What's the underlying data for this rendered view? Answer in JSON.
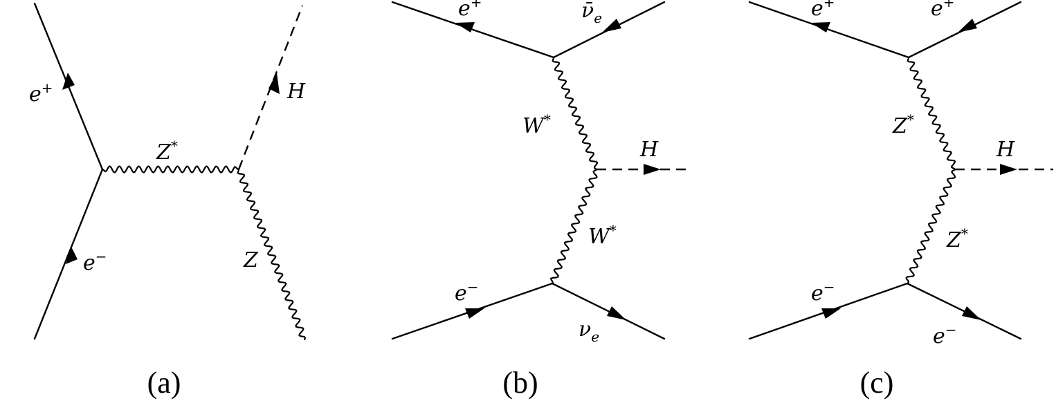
{
  "diagrams": {
    "a": {
      "caption": "(a)",
      "labels": {
        "e_plus": {
          "base": "e",
          "sup": "+"
        },
        "e_minus": {
          "base": "e",
          "sup": "−"
        },
        "z_star": {
          "base": "Z",
          "sup": "*"
        },
        "h": {
          "base": "H"
        },
        "z": {
          "base": "Z"
        }
      }
    },
    "b": {
      "caption": "(b)",
      "labels": {
        "e_plus": {
          "base": "e",
          "sup": "+"
        },
        "nubar_e": {
          "base": "ν̄",
          "sub": "e"
        },
        "w_star_top": {
          "base": "W",
          "sup": "*"
        },
        "h": {
          "base": "H"
        },
        "w_star_bottom": {
          "base": "W",
          "sup": "*"
        },
        "e_minus": {
          "base": "e",
          "sup": "−"
        },
        "nu_e": {
          "base": "ν",
          "sub": "e"
        }
      }
    },
    "c": {
      "caption": "(c)",
      "labels": {
        "e_plus_left": {
          "base": "e",
          "sup": "+"
        },
        "e_plus_right": {
          "base": "e",
          "sup": "+"
        },
        "z_star_top": {
          "base": "Z",
          "sup": "*"
        },
        "h": {
          "base": "H"
        },
        "z_star_bottom": {
          "base": "Z",
          "sup": "*"
        },
        "e_minus_left": {
          "base": "e",
          "sup": "−"
        },
        "e_minus_right": {
          "base": "e",
          "sup": "−"
        }
      }
    }
  }
}
